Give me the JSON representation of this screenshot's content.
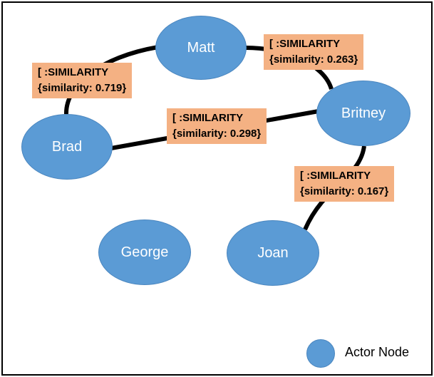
{
  "nodes": {
    "matt": "Matt",
    "britney": "Britney",
    "brad": "Brad",
    "george": "George",
    "joan": "Joan"
  },
  "relationships": [
    {
      "from": "Brad",
      "to": "Matt",
      "type": "[ :SIMILARITY",
      "props": "{similarity: 0.719}"
    },
    {
      "from": "Matt",
      "to": "Britney",
      "type": "[ :SIMILARITY",
      "props": "{similarity: 0.263}"
    },
    {
      "from": "Brad",
      "to": "Britney",
      "type": "[ :SIMILARITY",
      "props": "{similarity: 0.298}"
    },
    {
      "from": "Britney",
      "to": "Joan",
      "type": "[ :SIMILARITY",
      "props": "{similarity: 0.167}"
    }
  ],
  "legend": {
    "label": "Actor Node"
  },
  "colors": {
    "node": "#5b9bd5",
    "relationship_label": "#f4b183",
    "edge": "#000000"
  }
}
